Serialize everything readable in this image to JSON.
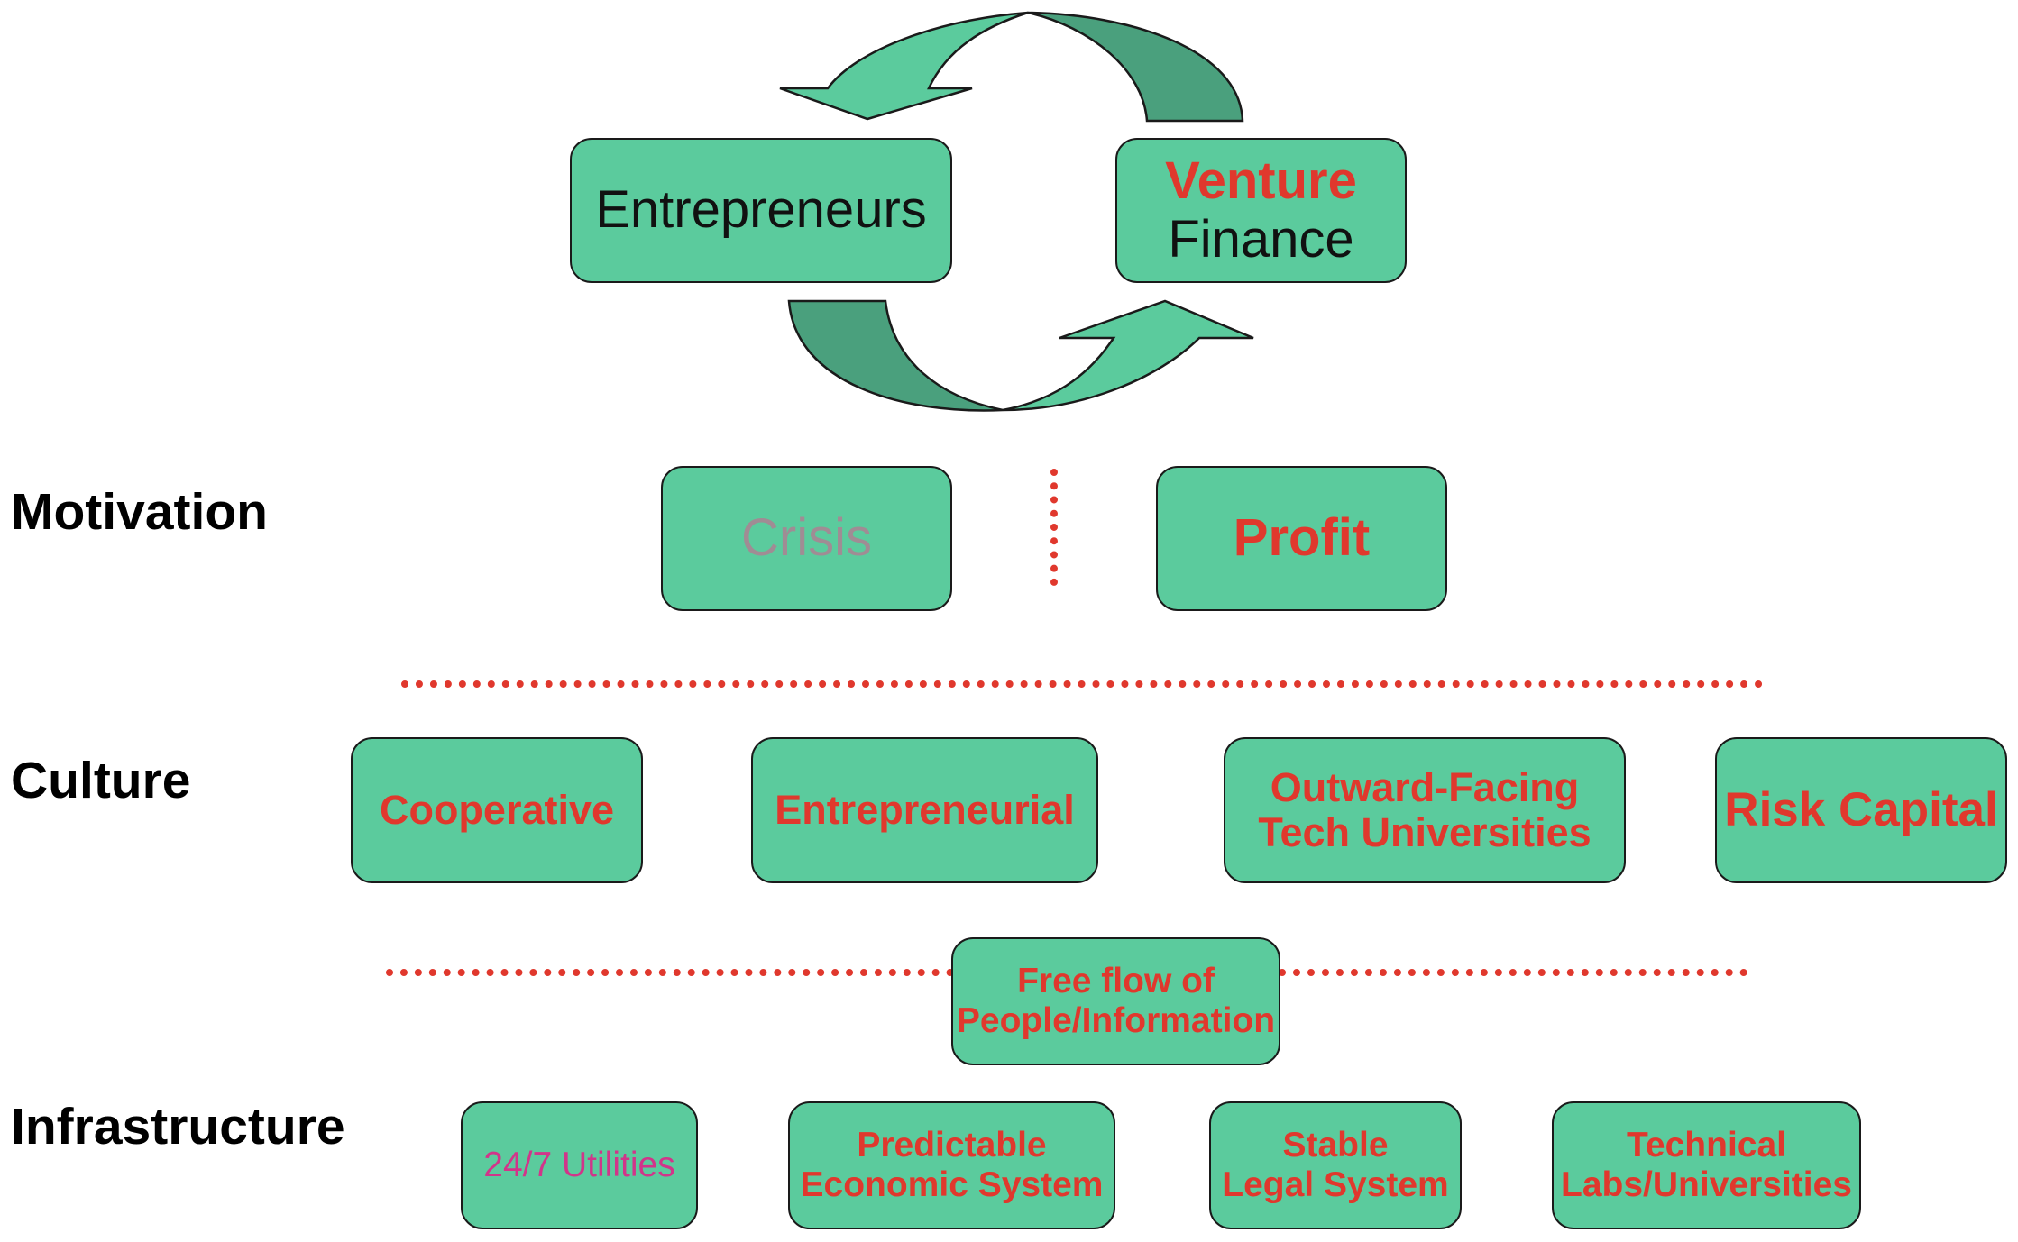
{
  "cycle": {
    "left_box": {
      "label": "Entrepreneurs"
    },
    "right_box": {
      "line1": "Venture",
      "line2": "Finance"
    }
  },
  "rows": {
    "motivation": {
      "label": "Motivation",
      "boxes": [
        {
          "text": "Crisis"
        },
        {
          "text": "Profit"
        }
      ]
    },
    "culture": {
      "label": "Culture",
      "boxes": [
        {
          "text": "Cooperative"
        },
        {
          "text": "Entrepreneurial"
        },
        {
          "line1": "Outward-Facing",
          "line2": "Tech Universities"
        },
        {
          "text": "Risk Capital"
        }
      ]
    },
    "bridge": {
      "line1": "Free flow of",
      "line2": "People/Information"
    },
    "infrastructure": {
      "label": "Infrastructure",
      "boxes": [
        {
          "text": "24/7 Utilities"
        },
        {
          "line1": "Predictable",
          "line2": "Economic System"
        },
        {
          "line1": "Stable",
          "line2": "Legal System"
        },
        {
          "line1": "Technical",
          "line2": "Labs/Universities"
        }
      ]
    }
  },
  "colors": {
    "box_fill": "#5BCB9D",
    "arrow_light": "#5BCB9D",
    "arrow_dark": "#4AA07D",
    "accent_red": "#E0382D",
    "muted_text": "#A08C94",
    "magenta_text": "#D1358A"
  }
}
